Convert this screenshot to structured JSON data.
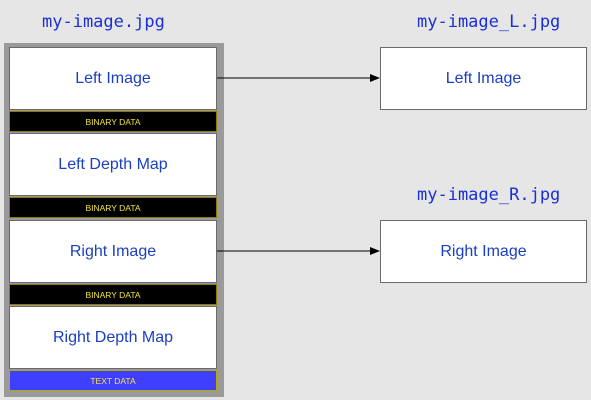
{
  "source": {
    "filename": "my-image.jpg",
    "sections": [
      {
        "kind": "image",
        "label": "Left Image"
      },
      {
        "kind": "binary",
        "label": "BINARY DATA"
      },
      {
        "kind": "image",
        "label": "Left Depth Map"
      },
      {
        "kind": "binary",
        "label": "BINARY DATA"
      },
      {
        "kind": "image",
        "label": "Right Image"
      },
      {
        "kind": "binary",
        "label": "BINARY DATA"
      },
      {
        "kind": "image",
        "label": "Right Depth Map"
      },
      {
        "kind": "text",
        "label": "TEXT DATA"
      }
    ]
  },
  "outputs": [
    {
      "filename": "my-image_L.jpg",
      "label": "Left Image"
    },
    {
      "filename": "my-image_R.jpg",
      "label": "Right Image"
    }
  ],
  "colors": {
    "filename_text": "#1a2fd6",
    "box_text": "#1a3fc0",
    "binary_bar": "#000000",
    "text_bar": "#3f3fff",
    "bar_text": "#f5e63a",
    "container": "#9a9a9a",
    "background": "#e6e6e6"
  }
}
